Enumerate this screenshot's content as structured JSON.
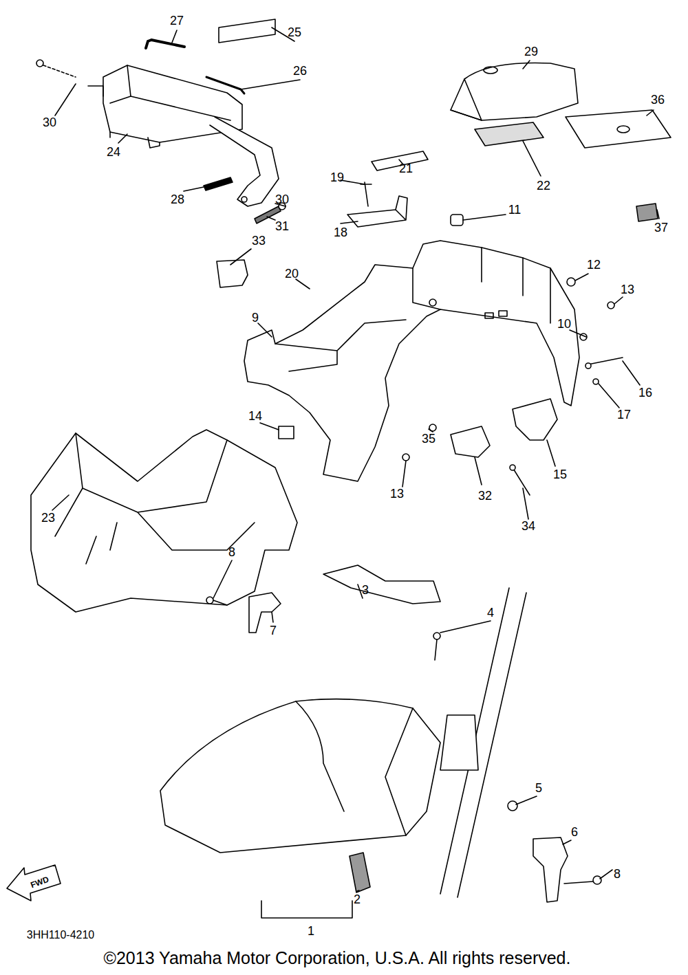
{
  "diagram": {
    "labels": [
      "27",
      "25",
      "26",
      "30",
      "24",
      "28",
      "31",
      "30",
      "29",
      "36",
      "21",
      "19",
      "22",
      "18",
      "11",
      "37",
      "33",
      "20",
      "12",
      "13",
      "9",
      "10",
      "16",
      "14",
      "17",
      "35",
      "15",
      "13",
      "32",
      "34",
      "23",
      "8",
      "3",
      "4",
      "7",
      "5",
      "6",
      "8",
      "2",
      "FWD",
      "1",
      "3HH110-4210",
      "©2013 Yamaha Motor Corporation, U.S.A. All rights reserved."
    ]
  }
}
